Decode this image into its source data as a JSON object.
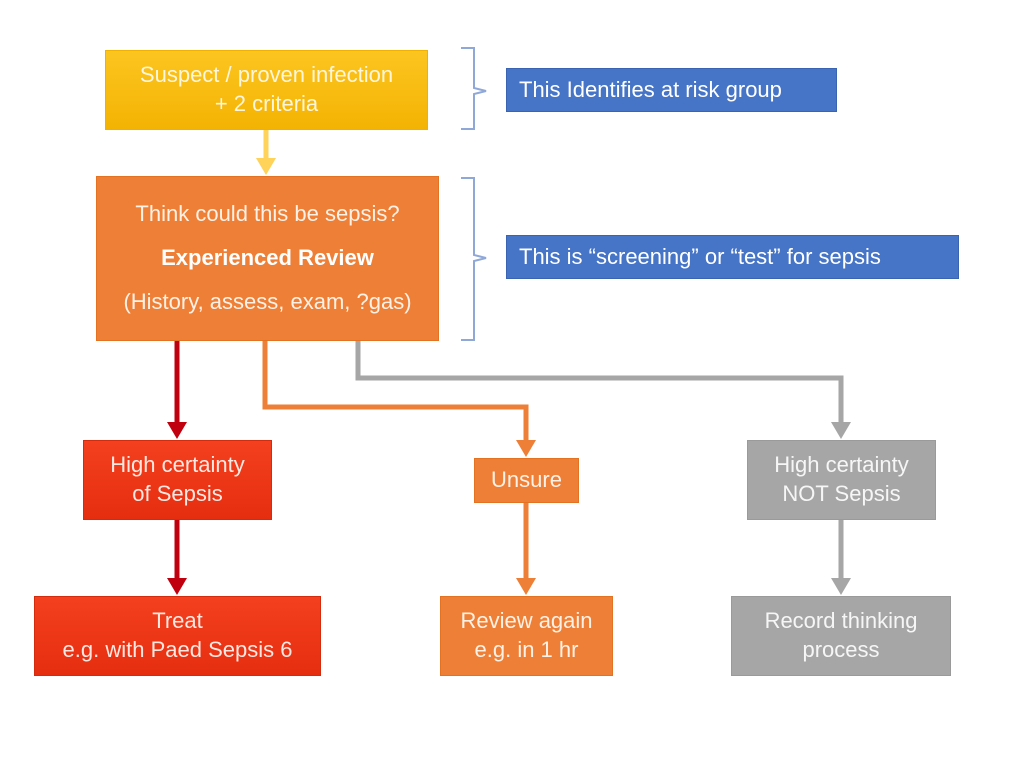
{
  "colors": {
    "yellow": "#f8bc12",
    "orange": "#ee7f36",
    "red": "#e8341a",
    "dark_red": "#c0000e",
    "grey": "#a6a6a6",
    "blue": "#4674c6",
    "bracket": "#8fa8d8",
    "arrow_yellow": "#ffd25a",
    "arrow_orange": "#ee7f36",
    "arrow_grey": "#a6a6a6"
  },
  "nodes": {
    "suspect": {
      "line1": "Suspect / proven infection",
      "line2": "+ 2 criteria"
    },
    "review": {
      "line1": "Think could this be sepsis?",
      "line2": "Experienced Review",
      "line3": "(History, assess, exam, ?gas)"
    },
    "high_sepsis": {
      "line1": "High certainty",
      "line2": "of Sepsis"
    },
    "treat": {
      "line1": "Treat",
      "line2": "e.g. with Paed Sepsis 6"
    },
    "unsure": {
      "line1": "Unsure"
    },
    "review_again": {
      "line1": "Review again",
      "line2": "e.g. in 1 hr"
    },
    "not_sepsis": {
      "line1": "High certainty",
      "line2": "NOT Sepsis"
    },
    "record": {
      "line1": "Record thinking",
      "line2": "process"
    }
  },
  "annotations": {
    "risk_group": "This Identifies at risk group",
    "screening": "This is “screening” or “test” for sepsis"
  }
}
